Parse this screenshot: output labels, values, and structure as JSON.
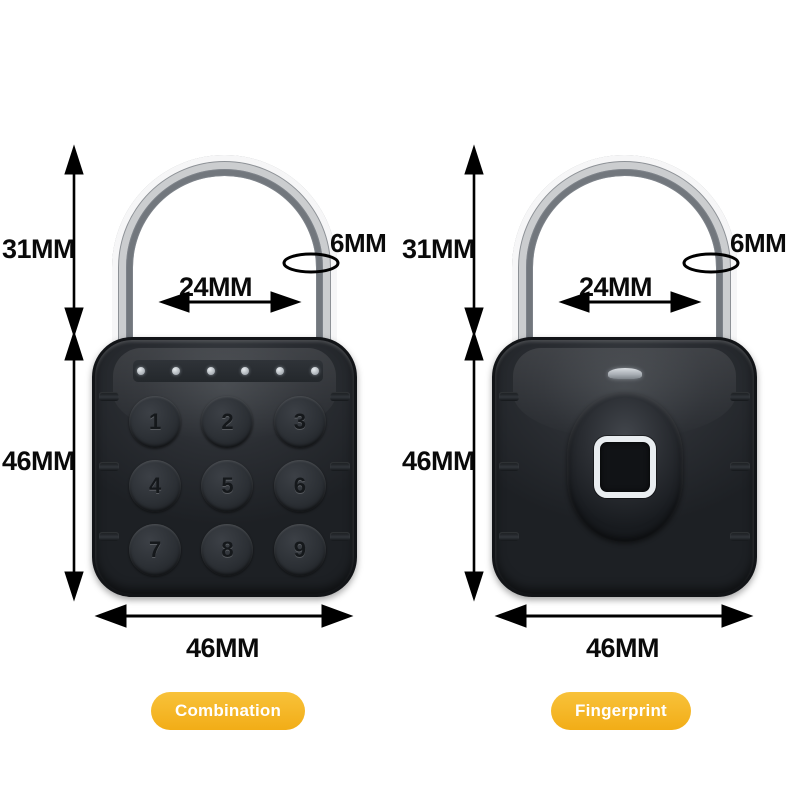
{
  "background_color": "#ffffff",
  "accent_color": "#f2ad17",
  "badge_text_color": "#ffffff",
  "products": [
    {
      "id": "combination-lock",
      "badge_label": "Combination",
      "type": "keypad",
      "dimensions": {
        "shackle_height": "31MM",
        "shackle_inner_width": "24MM",
        "shackle_diameter": "6MM",
        "body_height": "46MM",
        "body_width": "46MM"
      },
      "keypad": {
        "keys": [
          "1",
          "2",
          "3",
          "4",
          "5",
          "6",
          "7",
          "8",
          "9"
        ],
        "led_count": 6
      }
    },
    {
      "id": "fingerprint-lock",
      "badge_label": "Fingerprint",
      "type": "biometric",
      "dimensions": {
        "shackle_height": "31MM",
        "shackle_inner_width": "24MM",
        "shackle_diameter": "6MM",
        "body_height": "46MM",
        "body_width": "46MM"
      },
      "sensor": {
        "shape": "rounded-square",
        "bezel_color": "#e9edf0"
      }
    }
  ]
}
